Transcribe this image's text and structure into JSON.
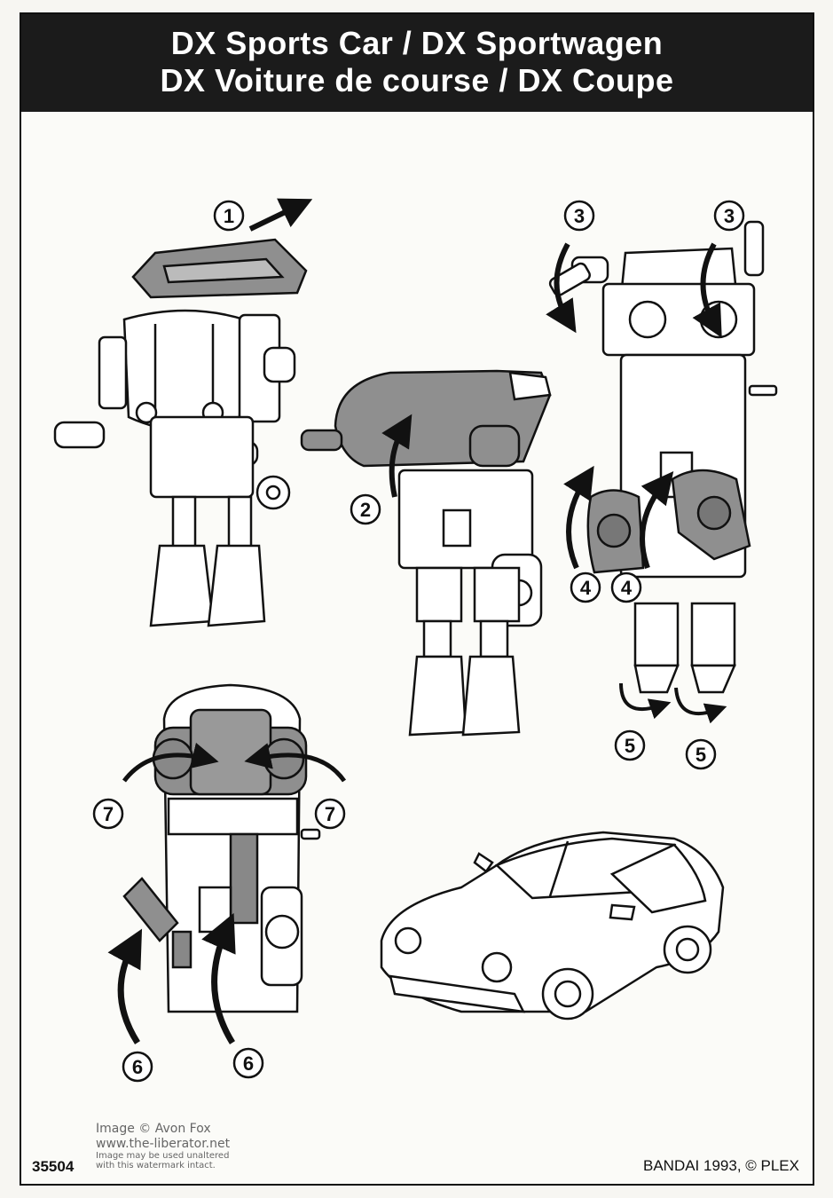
{
  "title": {
    "line1": "DX Sports Car / DX Sportwagen",
    "line2": "DX Voiture de course / DX Coupe"
  },
  "steps": [
    "1",
    "2",
    "3",
    "3",
    "4",
    "4",
    "5",
    "5",
    "6",
    "6",
    "7",
    "7"
  ],
  "watermark": {
    "line1": "Image © Avon Fox",
    "line2": "www.the-liberator.net",
    "line3": "Image may be used unaltered",
    "line4": "with this watermark intact."
  },
  "product_code": "35504",
  "copyright": "BANDAI 1993, © PLEX",
  "colors": {
    "ink": "#111111",
    "paper": "#fbfbf8",
    "gray_part": "#8f8f8f",
    "header_bg": "#1b1b1b"
  }
}
